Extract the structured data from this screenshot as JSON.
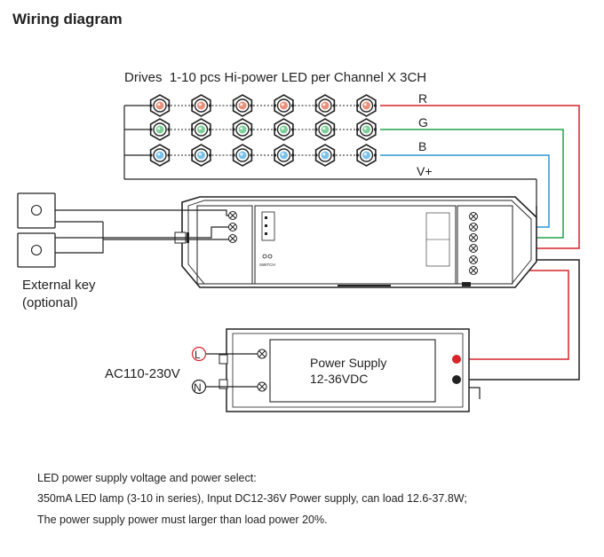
{
  "header": {
    "title": "Wiring diagram"
  },
  "led_array": {
    "caption": "Drives  1-10 pcs Hi-power LED per Channel X 3CH",
    "leds_per_row": 6,
    "rows": [
      {
        "channel": "R",
        "color": "#e8907a"
      },
      {
        "channel": "G",
        "color": "#7fcf9a"
      },
      {
        "channel": "B",
        "color": "#7ac2ea"
      }
    ],
    "vplus_label": "V+"
  },
  "external_key": {
    "label_line1": "External key",
    "label_line2": "(optional)"
  },
  "controller": {
    "switch_label": "SWITCH"
  },
  "power_supply": {
    "title": "Power Supply",
    "range": "12-36VDC",
    "ac_label": "AC110-230V",
    "live_label": "L",
    "neutral_label": "N"
  },
  "wire_colors": {
    "red": "#d9232b",
    "green": "#22a24a",
    "blue": "#2d97d6",
    "black": "#222222"
  },
  "notes": {
    "line1": "LED power supply voltage and power select:",
    "line2": "350mA LED lamp (3-10 in series), Input DC12-36V Power supply, can load 12.6-37.8W;",
    "line3": "The power supply power must larger than load power 20%."
  }
}
